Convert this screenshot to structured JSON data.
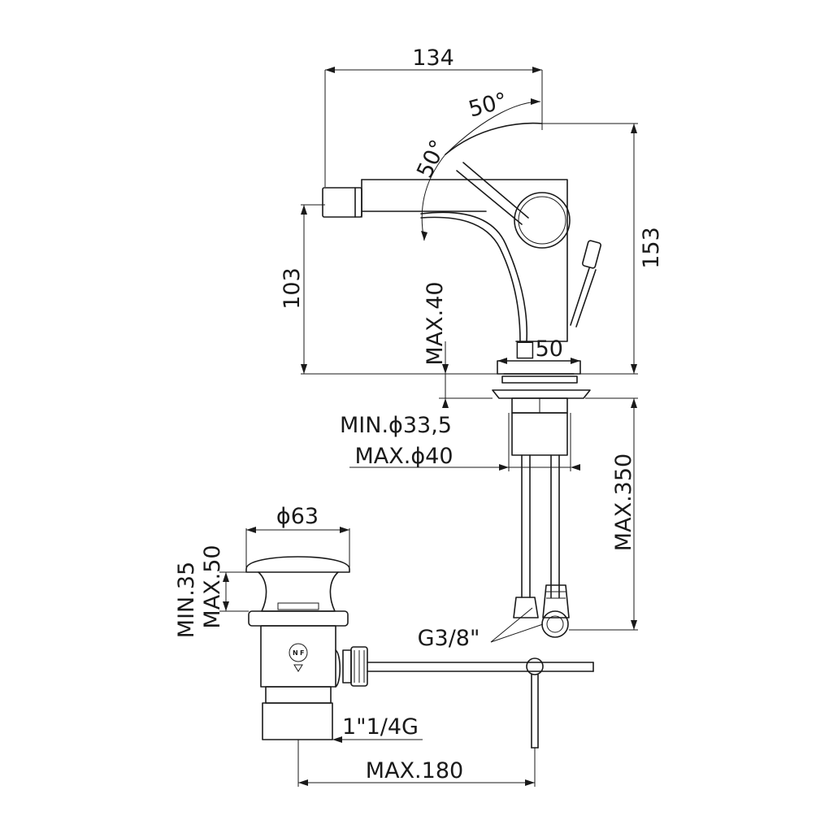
{
  "dimensions": {
    "width_total": "134",
    "angle_upper": "50°",
    "angle_lower": "50°",
    "height_total": "153",
    "spout_height": "103",
    "max_deck": "MAX.40",
    "base_square": "□50",
    "min_hole": "MIN.ϕ33,5",
    "max_hole": "MAX.ϕ40",
    "max_length": "MAX.350",
    "waste_diameter": "ϕ63",
    "waste_min": "MIN.35",
    "waste_max": "MAX.50",
    "connection": "G3/8\"",
    "waste_thread": "1\"1/4G",
    "max_distance": "MAX.180"
  },
  "badge": {
    "left": "N",
    "right": "F"
  }
}
